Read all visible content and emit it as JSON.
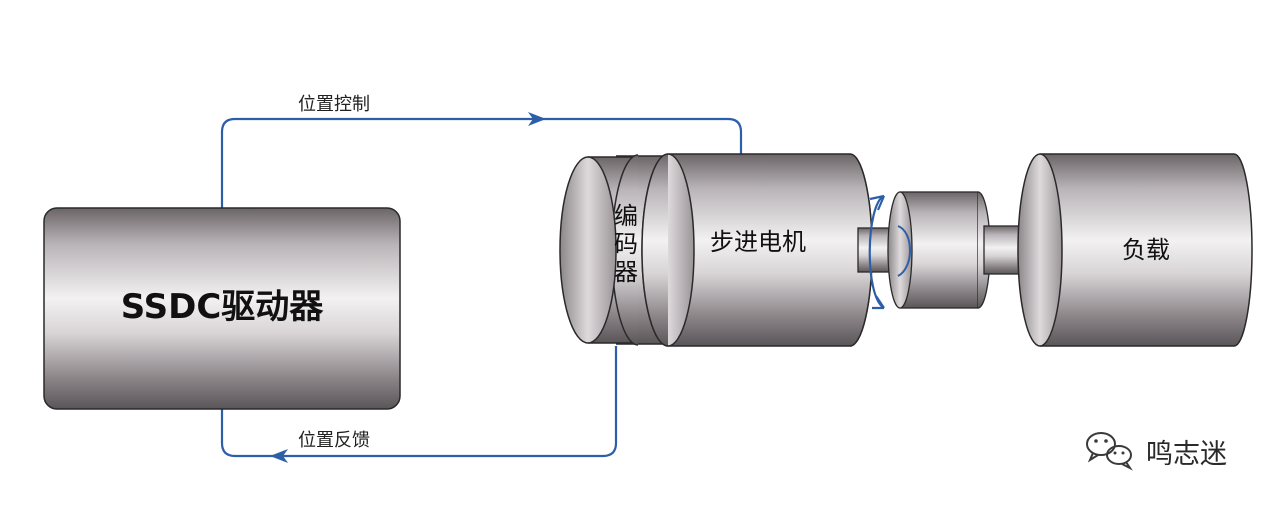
{
  "driver": {
    "label": "SSDC驱动器"
  },
  "flows": {
    "control_label": "位置控制",
    "feedback_label": "位置反馈"
  },
  "motor": {
    "encoder_chars": [
      "编",
      "码",
      "器"
    ],
    "label": "步进电机"
  },
  "load": {
    "label": "负载"
  },
  "watermark": {
    "text": "鸣志迷",
    "icon": "wechat-icon"
  },
  "colors": {
    "line": "#2d5fa8",
    "metal_dark": "#5a5558",
    "metal_light": "#f2f0f1",
    "outline": "#222222"
  }
}
